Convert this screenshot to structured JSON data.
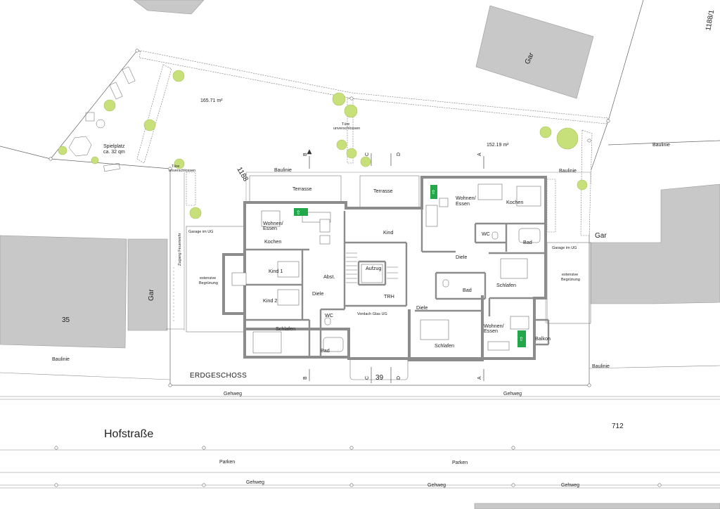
{
  "colors": {
    "building_gray": "#c8c8c8",
    "wall_gray": "#8c8c8c",
    "tree_green": "#c7e07a",
    "exit_green": "#22a84a",
    "line": "#555555"
  },
  "labels": {
    "street": "Hofstraße",
    "floor": "ERDGESCHOSS",
    "house_number": "39",
    "parcel_712": "712",
    "parcel_1188": "1188",
    "parcel_1188_1": "1188/1",
    "plot_35": "35",
    "gar_top": "Gar",
    "gar_left": "Gar",
    "gar_right": "Gar",
    "baulinie": "Baulinie",
    "gehweg": "Gehweg",
    "parken": "Parken",
    "area_left": "165.71 m²",
    "area_right": "152.19 m²",
    "spielplatz_1": "Spielplatz",
    "spielplatz_2": "ca. 32 qm",
    "tuer_1": "Türe",
    "tuer_2": "unverschlossen",
    "zugang": "Zugang Feuerwehr",
    "garage_ug": "Garage im UG",
    "ext_begr_1": "extensive",
    "ext_begr_2": "Begrünung",
    "vordach": "Vordach Glas UG",
    "section_a": "A",
    "section_b": "B",
    "section_c": "C",
    "section_d": "D"
  },
  "rooms": {
    "terrasse": "Terrasse",
    "wohnen": "Wohnen/",
    "essen": "Essen",
    "kochen": "Kochen",
    "kind": "Kind",
    "kind1": "Kind 1",
    "kind2": "Kind 2",
    "abst": "Abst.",
    "diele": "Diele",
    "schlafen": "Schlafen",
    "wc": "WC",
    "bad": "Bad",
    "aufzug": "Aufzug",
    "trh": "TRH",
    "balkon": "Balkon"
  }
}
